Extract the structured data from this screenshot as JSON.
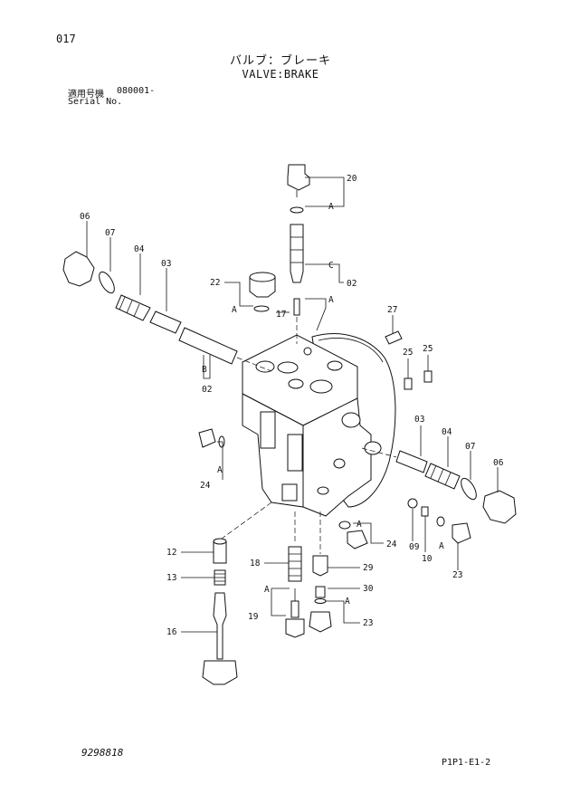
{
  "header": {
    "page_no": "017",
    "title_jp": "バルブ：ブレーキ",
    "title_en": "VALVE:BRAKE",
    "serial_label_jp": "適用号機",
    "serial_value": "080001-",
    "serial_label_en": "Serial No."
  },
  "footer": {
    "drawing_no": "9298818",
    "sheet_code": "P1P1-E1-2"
  },
  "labels": {
    "p20": "20",
    "p02a": "02",
    "p06a": "06",
    "p07a": "07",
    "p04a": "04",
    "p03a": "03",
    "p22": "22",
    "p17": "17",
    "p27": "27",
    "p25a": "25",
    "p25b": "25",
    "p02b": "02",
    "p03b": "03",
    "p04b": "04",
    "p07b": "07",
    "p06b": "06",
    "p24a": "24",
    "p24b": "24",
    "p09": "09",
    "p10": "10",
    "p23a": "23",
    "p12": "12",
    "p13": "13",
    "p18": "18",
    "p29": "29",
    "p30": "30",
    "p19": "19",
    "p23b": "23",
    "p16": "16"
  },
  "ref_letters": {
    "a1": "A",
    "a2": "A",
    "a3": "A",
    "a4": "A",
    "a5": "A",
    "a6": "A",
    "a7": "A",
    "a8": "A",
    "b1": "B",
    "c1": "C"
  }
}
